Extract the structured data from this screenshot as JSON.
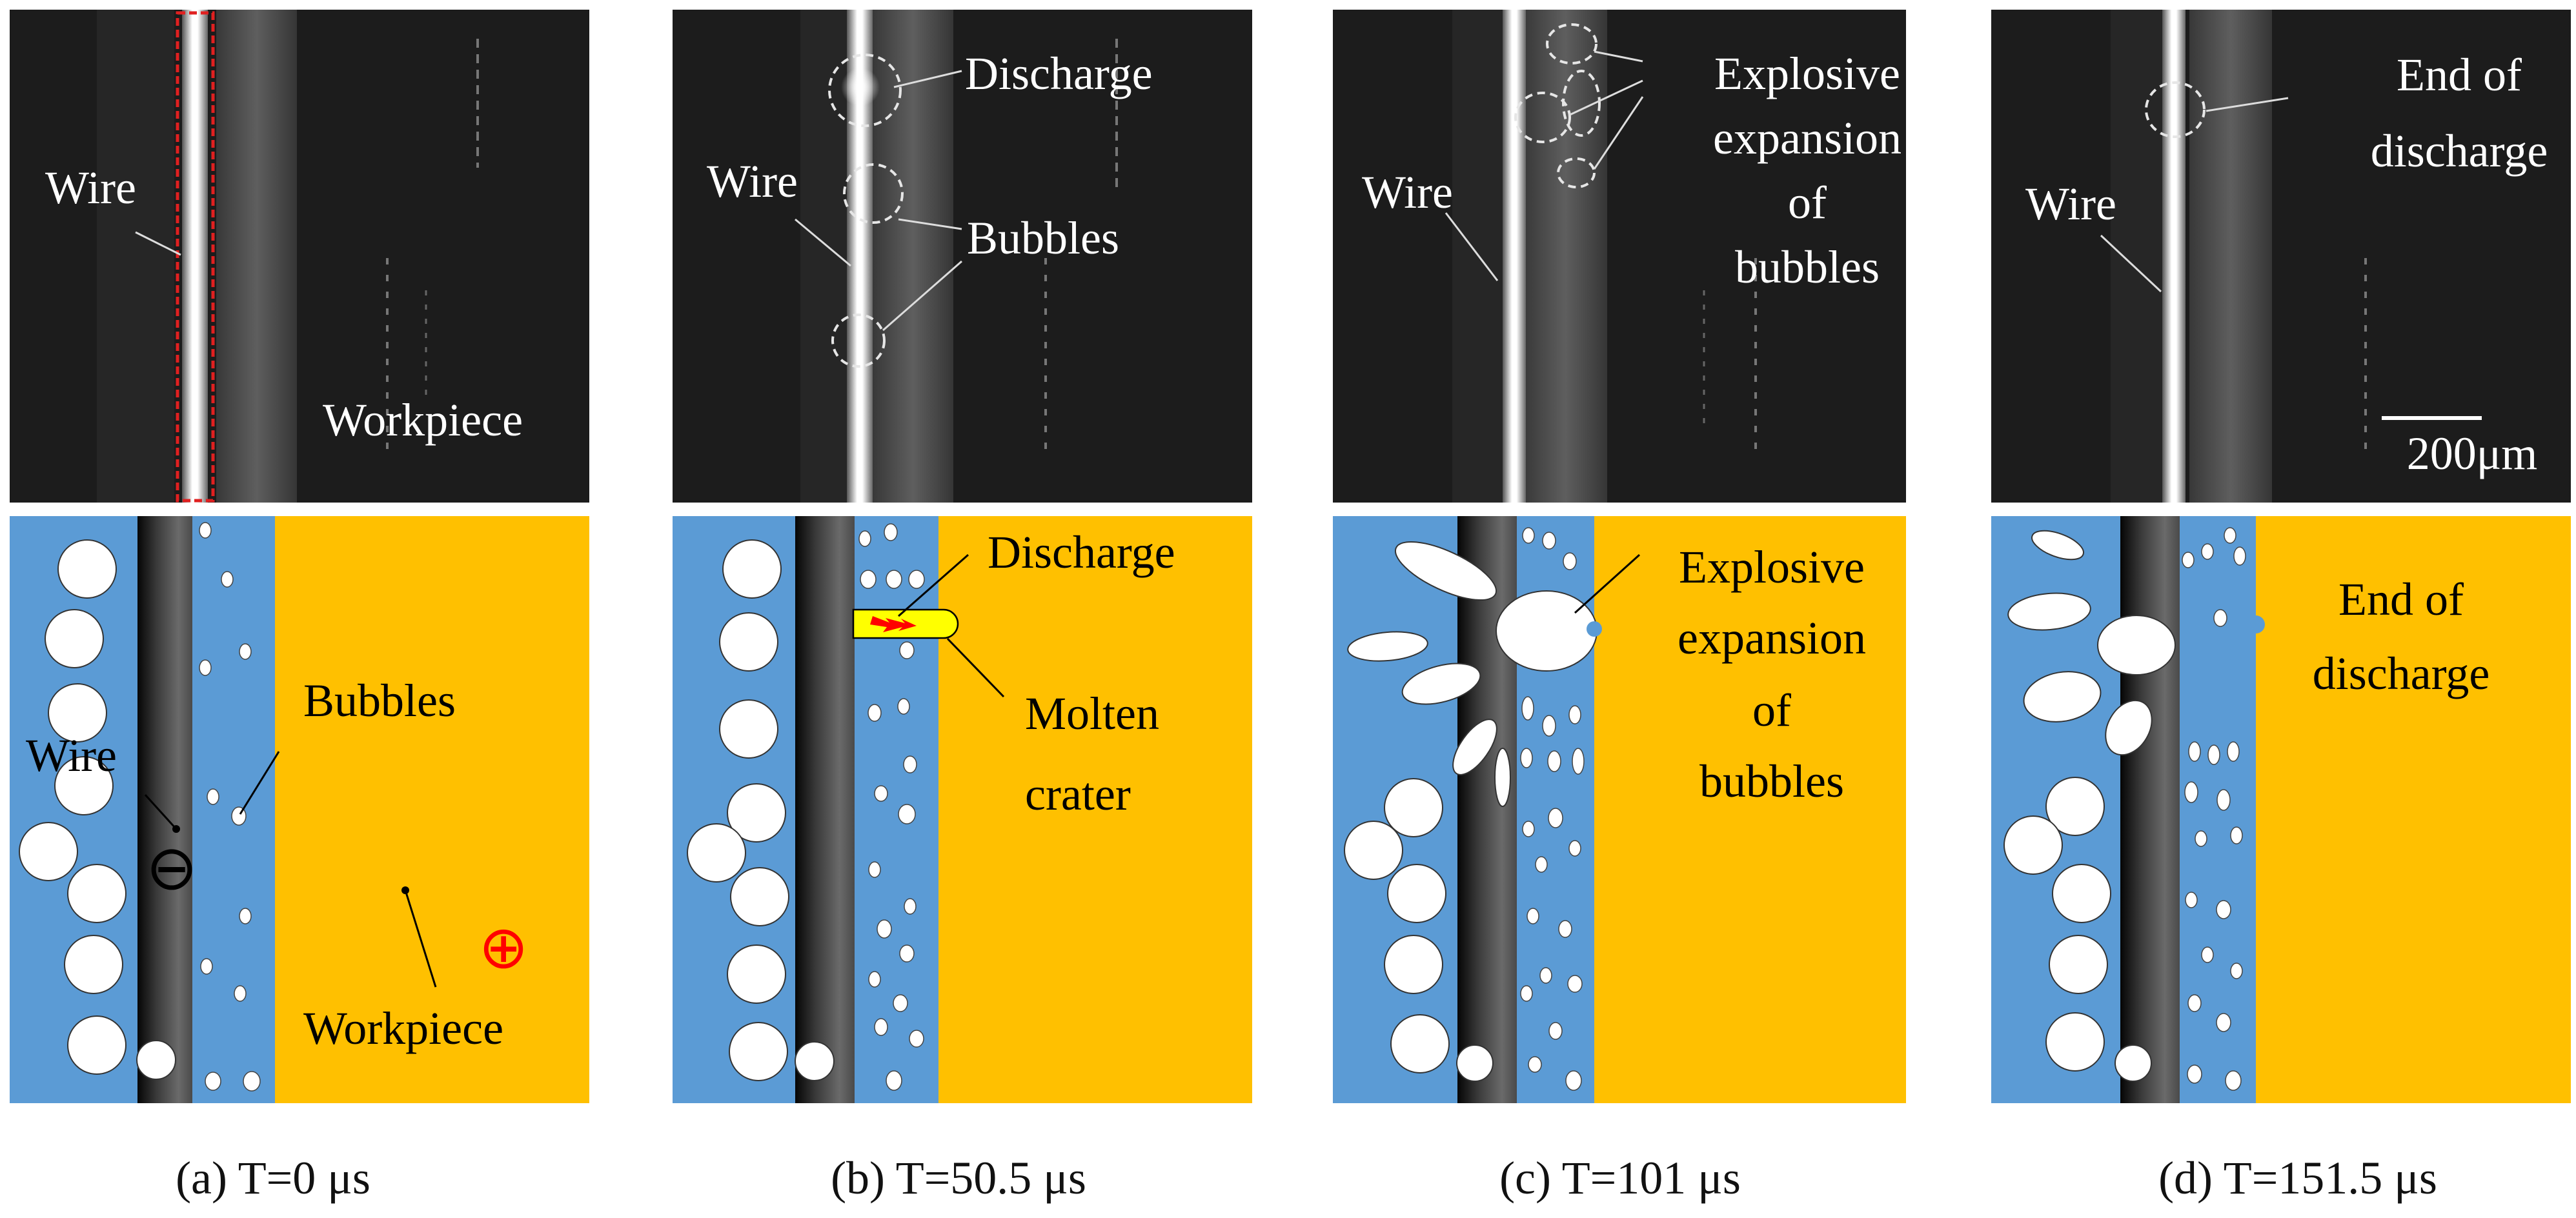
{
  "colors": {
    "liquid": "#5b9bd5",
    "workpiece": "#ffc000",
    "wire_dark": "#3a3a3a",
    "photo_bg": "#1c1c1c",
    "discharge_yellow": "#ffff00",
    "spark_red": "#ff0000"
  },
  "panels": [
    {
      "caption": "(a) T=0 μs",
      "photo_labels": {
        "wire": "Wire",
        "workpiece": "Workpiece"
      },
      "diagram_labels": {
        "wire": "Wire",
        "bubbles": "Bubbles",
        "workpiece": "Workpiece",
        "minus_sign": "⊖",
        "plus_sign": "⊕"
      }
    },
    {
      "caption": "(b) T=50.5 μs",
      "photo_labels": {
        "discharge": "Discharge",
        "wire": "Wire",
        "bubbles": "Bubbles"
      },
      "diagram_labels": {
        "discharge": "Discharge",
        "molten_line1": "Molten",
        "molten_line2": "crater"
      }
    },
    {
      "caption": "(c) T=101 μs",
      "photo_labels": {
        "wire": "Wire",
        "line1": "Explosive",
        "line2": "expansion",
        "line3": "of",
        "line4": "bubbles"
      },
      "diagram_labels": {
        "line1": "Explosive",
        "line2": "expansion",
        "line3": "of",
        "line4": "bubbles"
      }
    },
    {
      "caption": "(d) T=151.5 μs",
      "photo_labels": {
        "wire": "Wire",
        "line1": "End of",
        "line2": "discharge",
        "scale": "200μm"
      },
      "diagram_labels": {
        "line1": "End of",
        "line2": "discharge"
      }
    }
  ]
}
